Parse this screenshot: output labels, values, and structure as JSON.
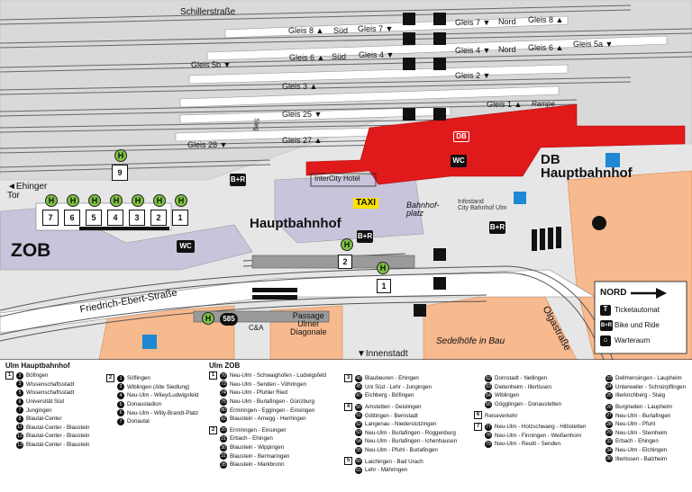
{
  "streets": {
    "schiller": "Schillerstraße",
    "friedrich": "Friedrich-Ebert-Straße",
    "olga": "Olgastraße",
    "ehinger": "◄Ehinger\nTor",
    "passage": "Passage\nUlmer\nDiagonale",
    "innenstadt": "▼Innenstadt",
    "sedelhoefe": "Sedelhöfe in Bau",
    "rampe": "Rampe"
  },
  "tracks": [
    {
      "name": "Gleis 8 ▲",
      "dir": "Süd"
    },
    {
      "name": "Gleis 7 ▼"
    },
    {
      "name": "Gleis 7 ▼",
      "dir": "Nord"
    },
    {
      "name": "Gleis 8 ▲"
    },
    {
      "name": "Gleis 6 ▲",
      "dir": "Süd"
    },
    {
      "name": "Gleis 4 ▼"
    },
    {
      "name": "Gleis 4 ▼",
      "dir": "Nord"
    },
    {
      "name": "Gleis 6 ▲"
    },
    {
      "name": "Gleis 5a ▼"
    },
    {
      "name": "Gleis 5b ▼"
    },
    {
      "name": "Gleis 2 ▼"
    },
    {
      "name": "Gleis 3 ▲"
    },
    {
      "name": "Gleis 1 ▲"
    },
    {
      "name": "Gleis 25 ▼"
    },
    {
      "name": "Gleis 27 ▲"
    },
    {
      "name": "Gleis 28 ▼"
    }
  ],
  "labels": {
    "db": "DB",
    "db_station": "DB\nHauptbahnhof",
    "hbf": "Hauptbahnhof",
    "zob": "ZOB",
    "taxi": "TAXI",
    "intercity": "InterCity Hotel",
    "bahnhofplatz": "Bahnhof-\nplatz",
    "infostand": "Infostand\nCity Bahnhof Ulm",
    "steg": "Steg",
    "ca": "C&A",
    "br": "B+R",
    "wc": "WC",
    "line585": "585",
    "db_red": "DB"
  },
  "zob_bays": [
    "7",
    "6",
    "5",
    "4",
    "3",
    "2",
    "1"
  ],
  "stops": {
    "s9": "9",
    "s2": "2",
    "s1": "1"
  },
  "key": {
    "nord": "NORD",
    "ticket": "Ticketautomat",
    "bike": "Bike und Ride",
    "wait": "Warteraum"
  },
  "legend": [
    {
      "title": "Ulm Hauptbahnhof",
      "groups": [
        {
          "platform": "1",
          "lines": [
            {
              "n": "3",
              "t": "Böfingen"
            },
            {
              "n": "3",
              "t": "Wissenschaftsstadt"
            },
            {
              "n": "5",
              "t": "Wissenschaftsstadt"
            },
            {
              "n": "6",
              "t": "Universität Süd"
            },
            {
              "n": "7",
              "t": "Jungingen"
            },
            {
              "n": "8",
              "t": "Blautal-Center"
            },
            {
              "n": "11",
              "t": "Blautal-Center - Blaustein"
            },
            {
              "n": "12",
              "t": "Blautal-Center - Blaustein"
            },
            {
              "n": "13",
              "t": "Blautal-Center - Blaustein"
            }
          ]
        }
      ]
    },
    {
      "title": "",
      "groups": [
        {
          "platform": "2",
          "lines": [
            {
              "n": "1",
              "t": "Söflingen"
            },
            {
              "n": "2",
              "t": "Wiblingen (Alte Siedlung)"
            },
            {
              "n": "4",
              "t": "Neu-Ulm - Wiley/Ludwigsfeld"
            },
            {
              "n": "5",
              "t": "Donaustadion"
            },
            {
              "n": "6",
              "t": "Neu-Ulm - Willy-Brandt-Platz"
            },
            {
              "n": "7",
              "t": "Donautal"
            }
          ]
        }
      ]
    },
    {
      "title": "Ulm ZOB",
      "groups": [
        {
          "platform": "1",
          "lines": [
            {
              "n": "70",
              "t": "Neu-Ulm - Schwaighofen - Ludwigsfeld"
            },
            {
              "n": "73",
              "t": "Neu-Ulm - Senden - Vöhringen"
            },
            {
              "n": "74",
              "t": "Neu-Ulm - Pfuhler Ried"
            },
            {
              "n": "75",
              "t": "Neu-Ulm - Burlafingen - Günzburg"
            },
            {
              "n": "80",
              "t": "Erminngen - Eggingen - Einsingen"
            },
            {
              "n": "82",
              "t": "Blaustein - Arnegg - Herrlingen"
            }
          ]
        },
        {
          "platform": "2",
          "lines": [
            {
              "n": "20",
              "t": "Erminngen - Einsingen"
            },
            {
              "n": "21",
              "t": "Erbach - Ehingen"
            },
            {
              "n": "30",
              "t": "Blaustein - Wippingen"
            },
            {
              "n": "31",
              "t": "Blaustein - Bermaringen"
            },
            {
              "n": "35",
              "t": "Blaustein - Markbronn"
            }
          ]
        }
      ]
    },
    {
      "title": "",
      "groups": [
        {
          "platform": "3",
          "lines": [
            {
              "n": "40",
              "t": "Blaubeuren - Ehingen"
            },
            {
              "n": "45",
              "t": "Uni Süd - Lehr - Jungingen"
            },
            {
              "n": "47",
              "t": "Eichberg - Böfingen"
            }
          ]
        },
        {
          "platform": "4",
          "lines": [
            {
              "n": "50",
              "t": "Amstetten - Geislingen"
            },
            {
              "n": "51",
              "t": "Göttingen - Bernstadt"
            },
            {
              "n": "52",
              "t": "Langenau - Niederstotzingen"
            },
            {
              "n": "53",
              "t": "Neu-Ulm - Burlafingen - Roggenburg"
            },
            {
              "n": "54",
              "t": "Neu-Ulm - Burlafingen - Ichenhausen"
            },
            {
              "n": "55",
              "t": "Neu-Ulm - Pfuhl - Burlafingen"
            }
          ]
        },
        {
          "platform": "5",
          "lines": [
            {
              "n": "60",
              "t": "Laichingen - Bad Urach"
            },
            {
              "n": "61",
              "t": "Lehr - Mähringen"
            }
          ]
        }
      ]
    },
    {
      "title": "",
      "groups": [
        {
          "platform": "",
          "lines": [
            {
              "n": "62",
              "t": "Dornstadt - Nellingen"
            },
            {
              "n": "63",
              "t": "Dietenheim - Illertissen"
            },
            {
              "n": "64",
              "t": "Wiblingen"
            },
            {
              "n": "65",
              "t": "Gögglingen - Donaustetten"
            }
          ]
        },
        {
          "platform": "6",
          "lines": [
            {
              "n": "",
              "t": "Reiseverkehr"
            }
          ]
        },
        {
          "platform": "7",
          "lines": [
            {
              "n": "77",
              "t": "Neu-Ulm - Holzschwang - Hittistetten"
            },
            {
              "n": "78",
              "t": "Neu-Ulm - Finningen - Weißenhorn"
            },
            {
              "n": "79",
              "t": "Neu-Ulm - Reutti - Senden"
            }
          ]
        }
      ]
    },
    {
      "title": "",
      "groups": [
        {
          "platform": "",
          "lines": [
            {
              "n": "23",
              "t": "Dellmensingen - Laupheim"
            },
            {
              "n": "24",
              "t": "Unterweiler - Schnürpflingen"
            },
            {
              "n": "25",
              "t": "Illerkirchberg - Staig"
            }
          ]
        },
        {
          "platform": "",
          "lines": [
            {
              "n": "26",
              "t": "Burgrieden - Laupheim"
            },
            {
              "n": "27",
              "t": "Neu-Ulm - Burlafingen"
            },
            {
              "n": "28",
              "t": "Neu-Ulm - Pfuhl"
            },
            {
              "n": "29",
              "t": "Neu-Ulm - Steinheim"
            },
            {
              "n": "32",
              "t": "Erbach - Ehingen"
            },
            {
              "n": "34",
              "t": "Neu-Ulm - Elchingen"
            },
            {
              "n": "36",
              "t": "Illertissen - Balzheim"
            }
          ]
        }
      ]
    }
  ],
  "colors": {
    "db_red": "#e0191b",
    "bus_green": "#7ec242",
    "platform_lilac": "#c9c3db",
    "orange": "#f7b98e",
    "blue": "#1e88d4"
  }
}
